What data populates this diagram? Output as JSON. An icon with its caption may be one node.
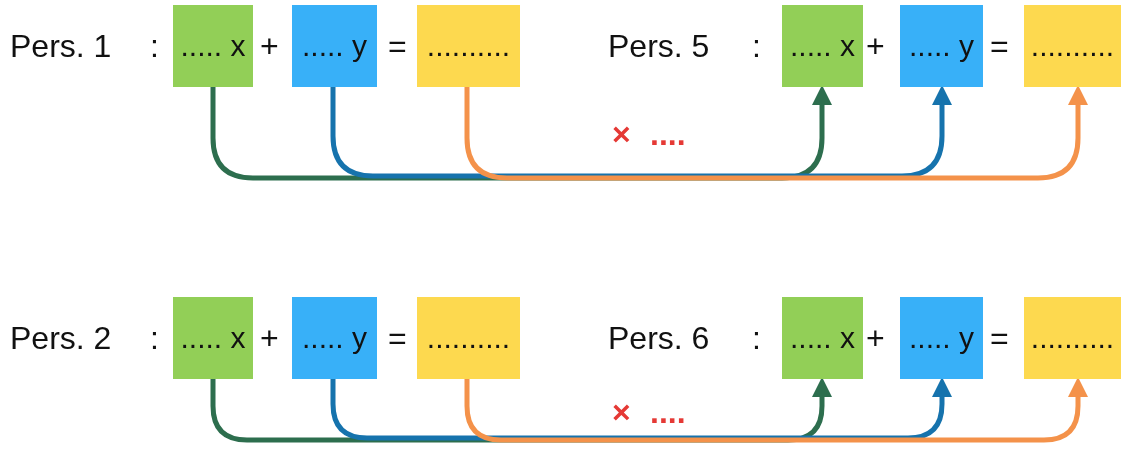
{
  "diagram": {
    "nodes": [
      {
        "text": [
          "..... x"
        ]
      },
      {
        "text": [
          "..... y"
        ]
      },
      {
        "text": [
          ".........."
        ]
      },
      {
        "text": [
          "..... x"
        ]
      },
      {
        "text": [
          "..... y"
        ]
      },
      {
        "text": [
          ".........."
        ]
      },
      {
        "text": [
          "..... x"
        ]
      },
      {
        "text": [
          "..... y"
        ]
      },
      {
        "text": [
          ".........."
        ]
      },
      {
        "text": [
          "..... x"
        ]
      },
      {
        "text": [
          "..... y"
        ]
      },
      {
        "text": [
          ".........."
        ]
      }
    ],
    "edges": [
      {
        "from": 0,
        "to": 3,
        "arrow": "to",
        "color": "#2d6e4e"
      },
      {
        "from": 1,
        "to": 4,
        "arrow": "to",
        "color": "#1673ad"
      },
      {
        "from": 2,
        "to": 5,
        "arrow": "to",
        "color": "#f4924a"
      },
      {
        "from": 6,
        "to": 9,
        "arrow": "to",
        "color": "#2d6e4e"
      },
      {
        "from": 7,
        "to": 10,
        "arrow": "to",
        "color": "#1673ad"
      },
      {
        "from": 8,
        "to": 11,
        "arrow": "to",
        "color": "#f4924a"
      }
    ],
    "labels": [
      "Pers. 1",
      ":",
      "+",
      "=",
      "Pers. 5",
      ":",
      "+",
      "=",
      "×",
      "....",
      "Pers. 2",
      ":",
      "+",
      "=",
      "Pers. 6",
      ":",
      "+",
      "=",
      "×",
      "...."
    ]
  }
}
